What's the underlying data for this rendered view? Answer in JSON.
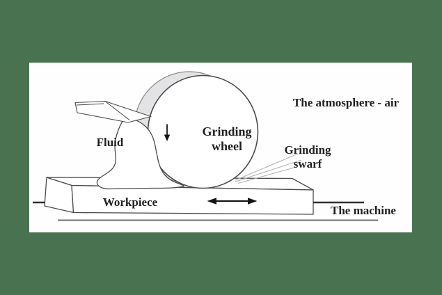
{
  "figure": {
    "title": "Grinding process system diagram",
    "labels": {
      "fluid": "Fluid",
      "wheel_line1": "Grinding",
      "wheel_line2": "wheel",
      "atmosphere": "The atmosphere - air",
      "swarf_line1": "Grinding",
      "swarf_line2": "swarf",
      "workpiece": "Workpiece",
      "machine": "The machine"
    },
    "icons": {
      "downfeed_arrow": "down-arrow",
      "table_feed_arrow": "left-right-double-arrow"
    },
    "colors": {
      "canvas_background": "#497251",
      "figure_background": "#fefefe",
      "outline": "#4a4a4a",
      "wheel_side_shading": "#e3e3e6",
      "swarf_lines": "#b3b3b3",
      "machine_bed_line": "#6e6e6e",
      "arrow": "#151515",
      "text": "#1f1f1f"
    }
  }
}
